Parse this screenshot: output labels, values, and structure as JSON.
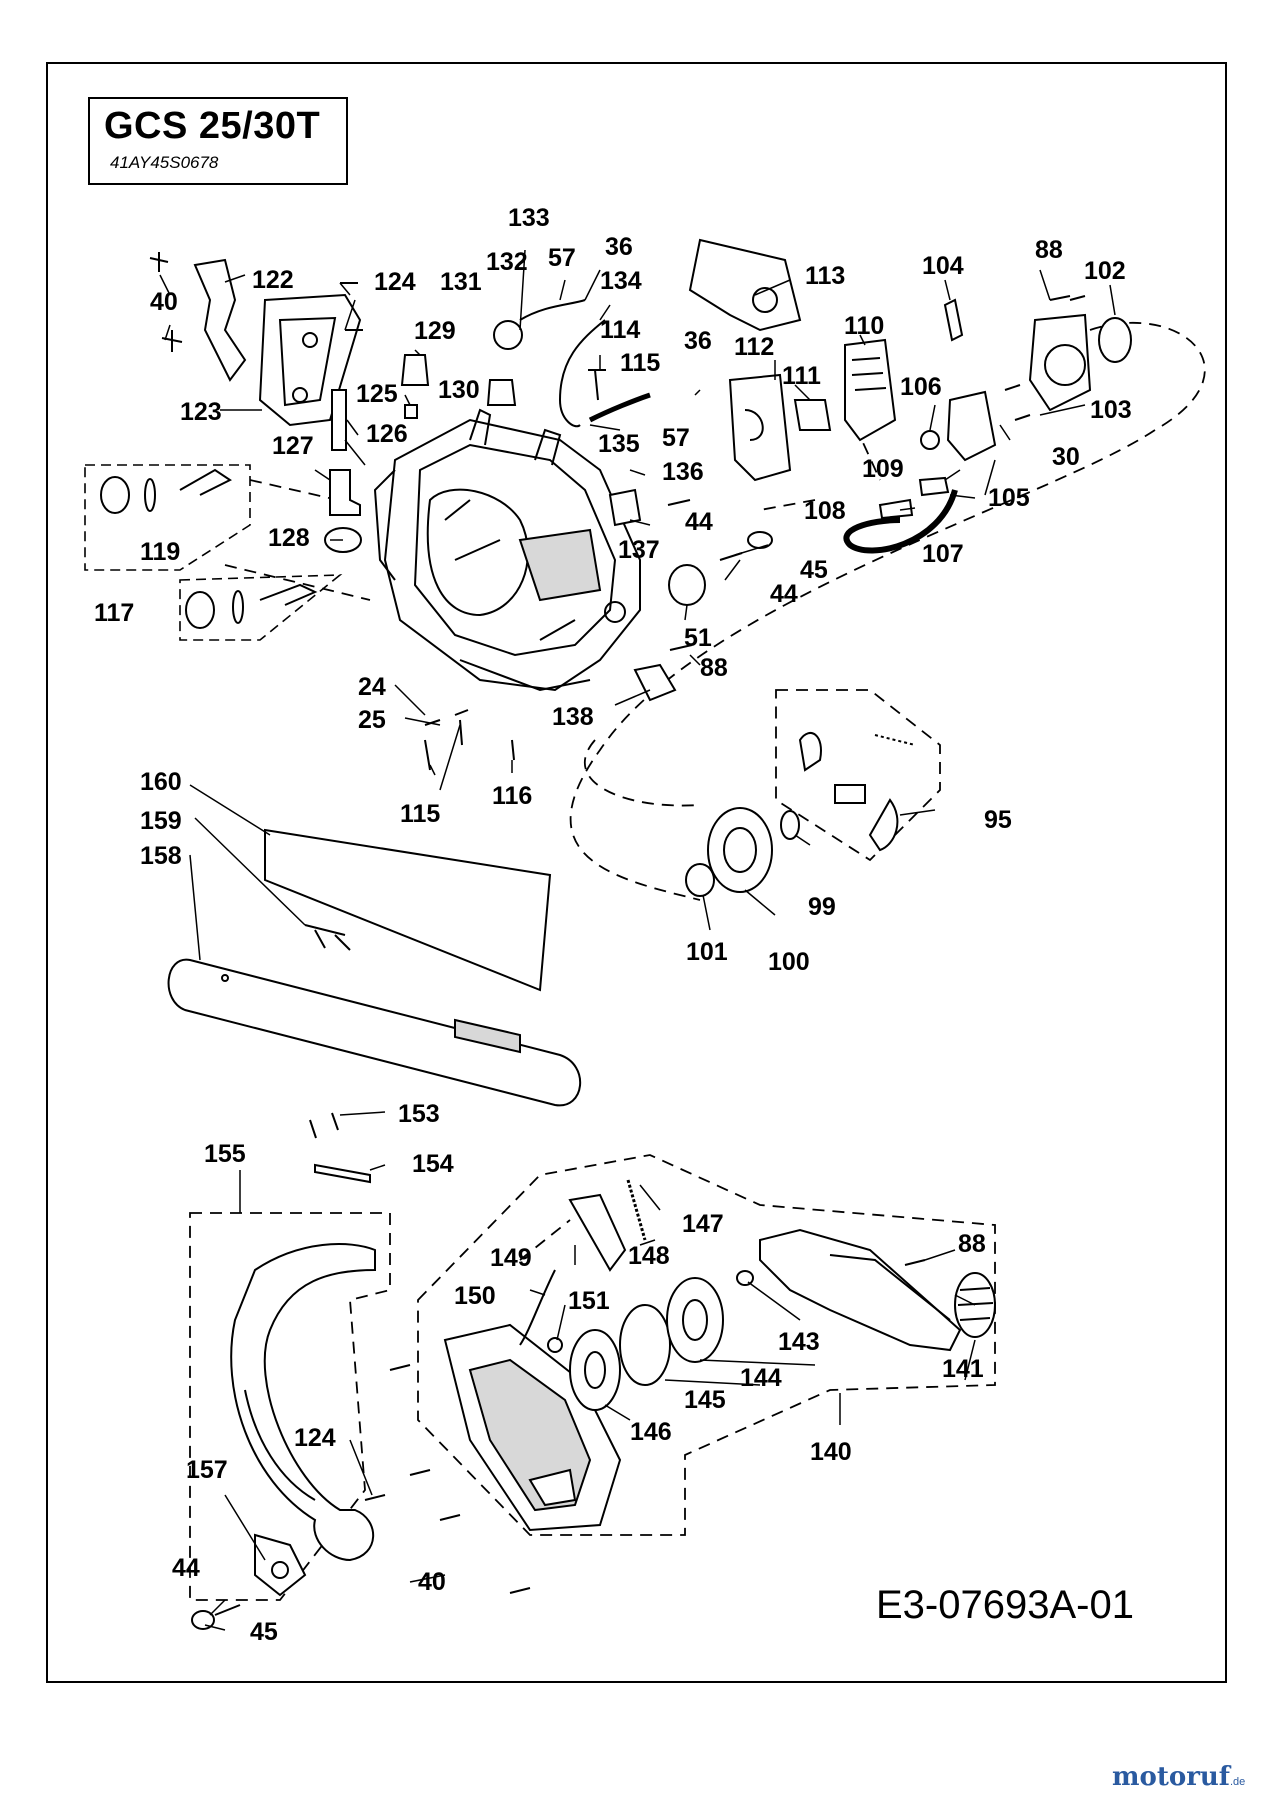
{
  "header": {
    "model": "GCS 25/30T",
    "article_number": "41AY45S0678"
  },
  "drawing_number": "E3-07693A-01",
  "watermark": {
    "brand": "motoruf",
    "suffix": ".de"
  },
  "part_labels": [
    "133",
    "57",
    "36",
    "134",
    "113",
    "104",
    "88",
    "102",
    "132",
    "131",
    "122",
    "124",
    "40",
    "129",
    "114",
    "36",
    "112",
    "110",
    "115",
    "111",
    "106",
    "103",
    "125",
    "130",
    "123",
    "126",
    "135",
    "57",
    "136",
    "109",
    "30",
    "127",
    "119",
    "128",
    "108",
    "107",
    "105",
    "45",
    "44",
    "137",
    "117",
    "51",
    "44",
    "88",
    "138",
    "24",
    "25",
    "116",
    "115",
    "160",
    "95",
    "159",
    "158",
    "99",
    "101",
    "100",
    "153",
    "154",
    "155",
    "147",
    "148",
    "149",
    "88",
    "150",
    "151",
    "143",
    "144",
    "141",
    "145",
    "146",
    "124",
    "140",
    "157",
    "44",
    "40",
    "45"
  ],
  "colors": {
    "line": "#000000",
    "part_fill": "#ffffff",
    "shade": "#d8d8d8",
    "brand": "#2a5aa0"
  }
}
